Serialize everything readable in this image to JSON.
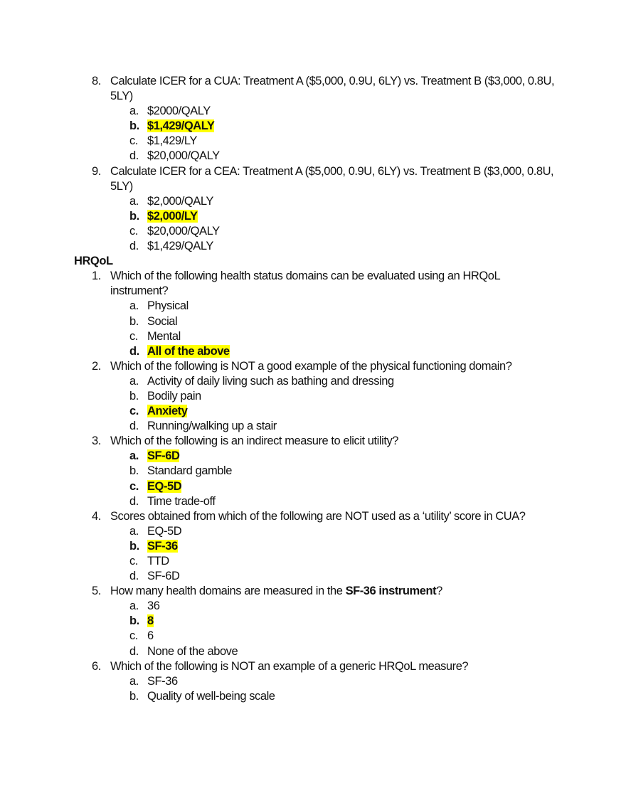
{
  "blocks": [
    {
      "type": "question",
      "num": "8.",
      "text": [
        {
          "t": "Calculate ICER for a CUA: Treatment A ($5,000, 0.9U, 6LY) vs. Treatment B ($3,000, 0.8U, 5LY)"
        }
      ],
      "options": [
        {
          "letter": "a.",
          "text": "$2000/QALY"
        },
        {
          "letter": "b.",
          "text": "$1,429/QALY",
          "correct": true
        },
        {
          "letter": "c.",
          "text": "$1,429/LY"
        },
        {
          "letter": "d.",
          "text": "$20,000/QALY"
        }
      ]
    },
    {
      "type": "question",
      "num": "9.",
      "text": [
        {
          "t": "Calculate ICER for a CEA: Treatment A ($5,000, 0.9U, 6LY) vs. Treatment B ($3,000, 0.8U, 5LY)"
        }
      ],
      "options": [
        {
          "letter": "a.",
          "text": "$2,000/QALY"
        },
        {
          "letter": "b.",
          "text": "$2,000/LY",
          "correct": true
        },
        {
          "letter": "c.",
          "text": "$20,000/QALY"
        },
        {
          "letter": "d.",
          "text": "$1,429/QALY"
        }
      ]
    },
    {
      "type": "section",
      "text": "HRQoL"
    },
    {
      "type": "question",
      "num": "1.",
      "text": [
        {
          "t": "Which of the following health status domains can be evaluated using an HRQoL instrument?"
        }
      ],
      "options": [
        {
          "letter": "a.",
          "text": "Physical"
        },
        {
          "letter": "b.",
          "text": "Social"
        },
        {
          "letter": "c.",
          "text": "Mental"
        },
        {
          "letter": "d.",
          "text": "All of the above",
          "correct": true
        }
      ]
    },
    {
      "type": "question",
      "num": "2.",
      "text": [
        {
          "t": "Which of the following is NOT a good example of the physical functioning domain?"
        }
      ],
      "options": [
        {
          "letter": "a.",
          "text": "Activity of daily living such as bathing and dressing"
        },
        {
          "letter": "b.",
          "text": "Bodily pain"
        },
        {
          "letter": "c.",
          "text": "Anxiety",
          "correct": true
        },
        {
          "letter": "d.",
          "text": "Running/walking up a stair"
        }
      ]
    },
    {
      "type": "question",
      "num": "3.",
      "text": [
        {
          "t": "Which of the following is an indirect measure to elicit utility?"
        }
      ],
      "options": [
        {
          "letter": "a.",
          "text": "SF-6D",
          "correct": true
        },
        {
          "letter": "b.",
          "text": "Standard gamble"
        },
        {
          "letter": "c.",
          "text": "EQ-5D",
          "correct": true
        },
        {
          "letter": "d.",
          "text": "Time trade-off"
        }
      ]
    },
    {
      "type": "question",
      "num": "4.",
      "text": [
        {
          "t": "Scores obtained from which of the following are NOT used as a ‘utility’ score in CUA?"
        }
      ],
      "options": [
        {
          "letter": "a.",
          "text": "EQ-5D"
        },
        {
          "letter": "b.",
          "text": "SF-36",
          "correct": true
        },
        {
          "letter": "c.",
          "text": "TTD"
        },
        {
          "letter": "d.",
          "text": "SF-6D"
        }
      ]
    },
    {
      "type": "question",
      "num": "5.",
      "text": [
        {
          "t": "How many health domains are measured in the "
        },
        {
          "t": "SF-36 instrument",
          "bold": true
        },
        {
          "t": "?"
        }
      ],
      "options": [
        {
          "letter": "a.",
          "text": "36"
        },
        {
          "letter": "b.",
          "text": "8",
          "correct": true
        },
        {
          "letter": "c.",
          "text": "6"
        },
        {
          "letter": "d.",
          "text": "None of the above"
        }
      ]
    },
    {
      "type": "question",
      "num": "6.",
      "text": [
        {
          "t": "Which of the following is NOT an example of a generic HRQoL measure?"
        }
      ],
      "options": [
        {
          "letter": "a.",
          "text": "SF-36"
        },
        {
          "letter": "b.",
          "text": "Quality of well-being scale"
        }
      ]
    }
  ],
  "colors": {
    "highlight": "#ffff00"
  }
}
